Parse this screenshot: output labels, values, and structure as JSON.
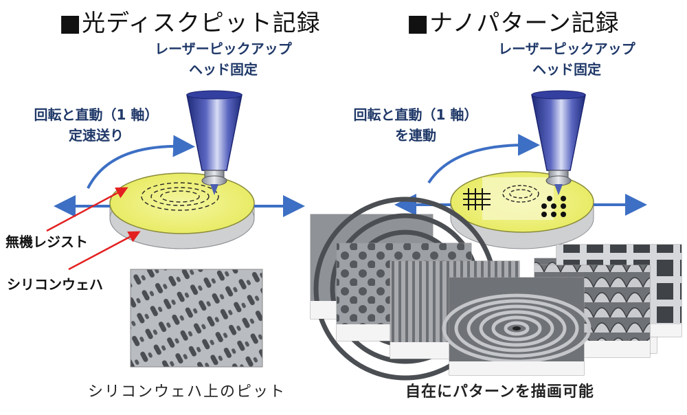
{
  "left": {
    "title": "■光ディスクピット記録",
    "laser_label_line1": "レーザーピックアップ",
    "laser_label_line2": "ヘッド固定",
    "motion_line1": "回転と直動（1 軸）",
    "motion_line2": "定速送り",
    "resist_label": "無機レジスト",
    "wafer_label": "シリコンウェハ",
    "sem_caption": "シリコンウェハ上のピット"
  },
  "right": {
    "title": "■ナノパターン記録",
    "laser_label_line1": "レーザーピックアップ",
    "laser_label_line2": "ヘッド固定",
    "motion_line1": "回転と直動（1 軸）",
    "motion_line2": "を連動",
    "sem_caption": "自在にパターンを描画可能"
  },
  "colors": {
    "disk_top": "#eef07a",
    "disk_side": "#cfd0d2",
    "arrow_blue": "#3d6fc4",
    "arrow_red": "#e32020",
    "laser_dark": "#1e2a78",
    "laser_light": "#c9d0ee",
    "label_navy": "#1f3868"
  }
}
